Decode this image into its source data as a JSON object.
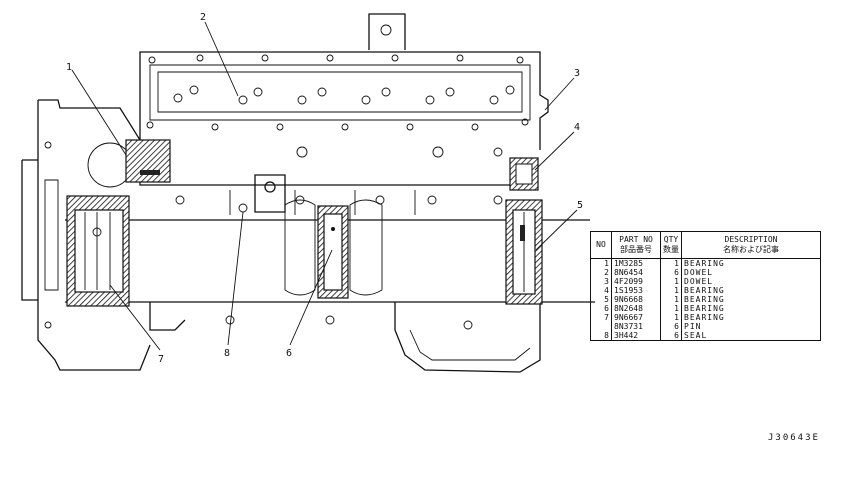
{
  "callouts": [
    "1",
    "2",
    "3",
    "4",
    "5",
    "6",
    "7",
    "8"
  ],
  "table": {
    "headers": {
      "no": "NO",
      "part_no": "PART NO",
      "part_no_jp": "部品番号",
      "qty": "QTY",
      "qty_jp": "数量",
      "description": "DESCRIPTION",
      "description_jp": "名称および記事"
    },
    "rows": [
      {
        "no": "1",
        "part": "1M3285",
        "qty": "1",
        "desc": "BEARING"
      },
      {
        "no": "2",
        "part": "8N6454",
        "qty": "6",
        "desc": "DOWEL"
      },
      {
        "no": "3",
        "part": "4F2099",
        "qty": "1",
        "desc": "DOWEL"
      },
      {
        "no": "4",
        "part": "1S1953",
        "qty": "1",
        "desc": "BEARING"
      },
      {
        "no": "5",
        "part": "9N6668",
        "qty": "1",
        "desc": "BEARING"
      },
      {
        "no": "6",
        "part": "8N2648",
        "qty": "1",
        "desc": "BEARING"
      },
      {
        "no": "7",
        "part": "9N6667",
        "qty": "1",
        "desc": "BEARING"
      },
      {
        "no": "",
        "part": "8N3731",
        "qty": "6",
        "desc": "PIN"
      },
      {
        "no": "8",
        "part": "3H442",
        "qty": "6",
        "desc": "SEAL"
      }
    ]
  },
  "figure_code": "J30643E"
}
